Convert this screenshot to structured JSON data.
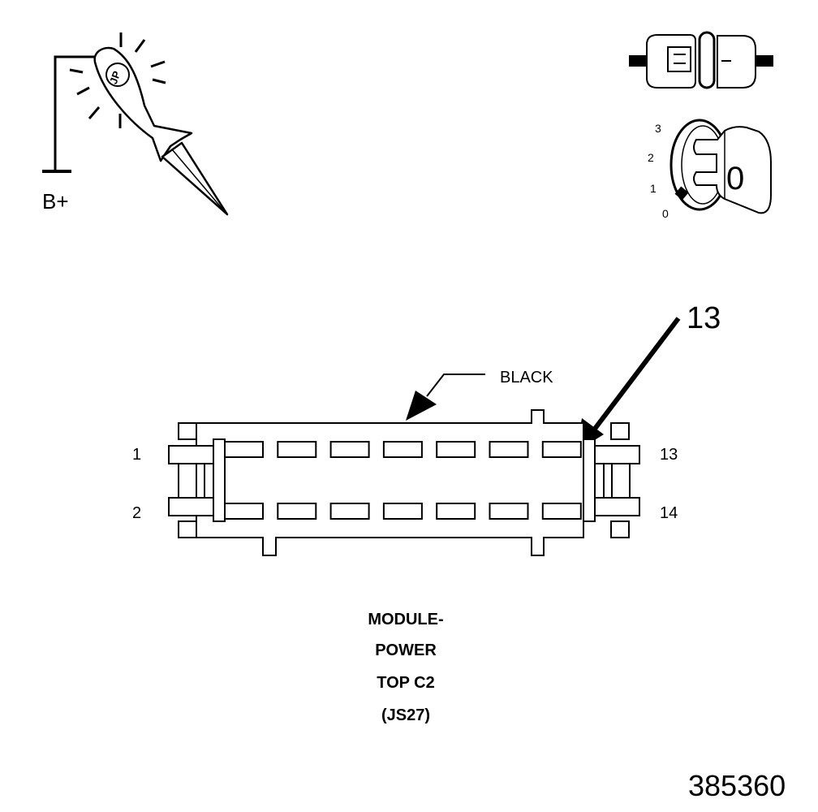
{
  "test_light": {
    "supply_label": "B+",
    "probe_badge": "JP"
  },
  "ignition": {
    "positions": [
      "3",
      "2",
      "1",
      "0"
    ],
    "selected_position": "0",
    "key_label": "0"
  },
  "connector": {
    "color_label": "BLACK",
    "callout_pin": "13",
    "pin_labels": {
      "top_left": "1",
      "bottom_left": "2",
      "top_right": "13",
      "bottom_right": "14"
    },
    "rows": 2,
    "cavities_per_row": 7
  },
  "caption": {
    "line1": "MODULE-",
    "line2": "POWER",
    "line3": "TOP C2",
    "line4": "(JS27)"
  },
  "figure_number": "385360"
}
